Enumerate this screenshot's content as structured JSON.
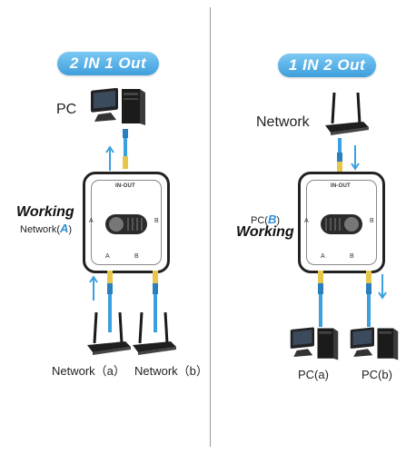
{
  "left": {
    "title": "2 IN 1 Out",
    "pc_label": "PC",
    "working": "Working",
    "network_prefix": "Network(",
    "network_letter": "A",
    "network_suffix": ")",
    "box_port_label": "IN-OUT",
    "box_side_a": "A",
    "box_side_b": "B",
    "box_bottom_a": "A",
    "box_bottom_b": "B",
    "router_a_label": "Network（a）",
    "router_b_label": "Network（b）"
  },
  "right": {
    "title": "1 IN 2 Out",
    "network_label": "Network",
    "pc_prefix": "PC(",
    "pc_letter": "B",
    "pc_suffix": ")",
    "working": "Working",
    "box_port_label": "IN-OUT",
    "box_side_a": "A",
    "box_side_b": "B",
    "box_bottom_a": "A",
    "box_bottom_b": "B",
    "pc_a_label": "PC(a)",
    "pc_b_label": "PC(b)"
  },
  "colors": {
    "accent": "#3e9fdc",
    "cable": "#3aa0e0",
    "device": "#1a1a1a"
  }
}
